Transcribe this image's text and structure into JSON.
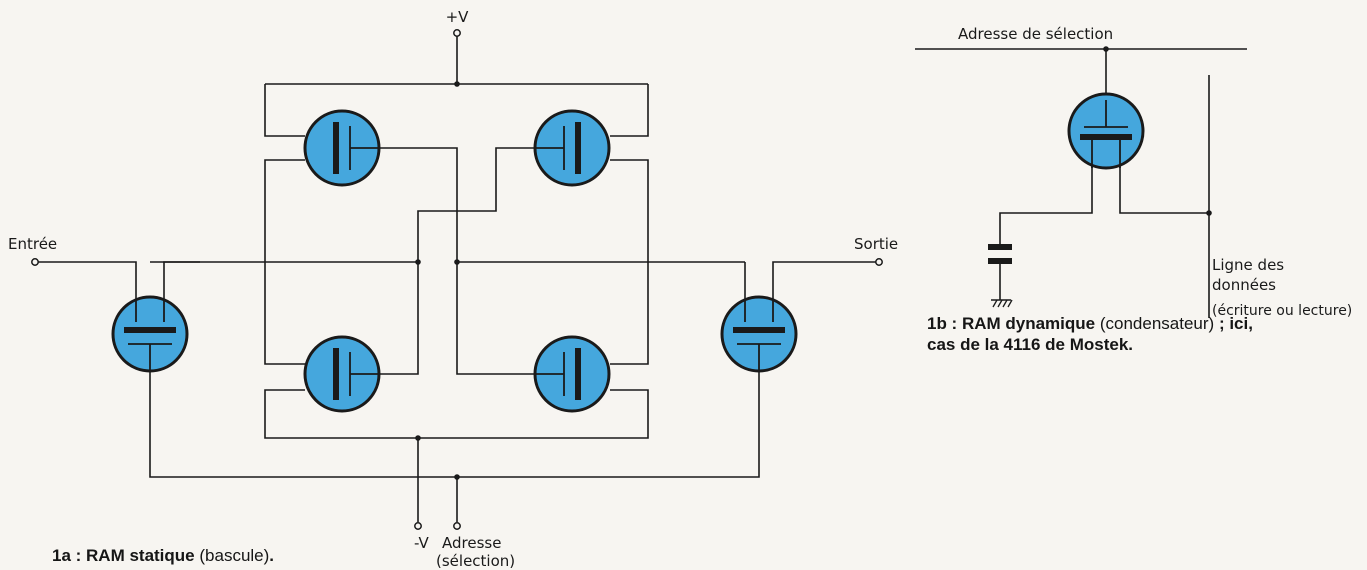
{
  "colors": {
    "transistor_fill": "#45a7dd",
    "wire": "#1a1a1a",
    "background": "#f7f5f1"
  },
  "figure_1a": {
    "label_plus_v": "+V",
    "label_minus_v": "-V",
    "label_entree": "Entrée",
    "label_sortie": "Sortie",
    "label_adresse": "Adresse",
    "label_selection": "(sélection)",
    "caption_bold": "1a : RAM statique",
    "caption_normal": "(bascule)",
    "caption_end": "."
  },
  "figure_1b": {
    "label_address_line": "Adresse de sélection",
    "label_data_line_1": "Ligne des",
    "label_data_line_2": "données",
    "label_data_line_3": "(écriture ou lecture)",
    "caption_line1_bold": "1b : RAM dynamique",
    "caption_line1_normal": "(condensateur)",
    "caption_line1_end": "; ici,",
    "caption_line2": "cas de la 4116 de Mostek."
  }
}
